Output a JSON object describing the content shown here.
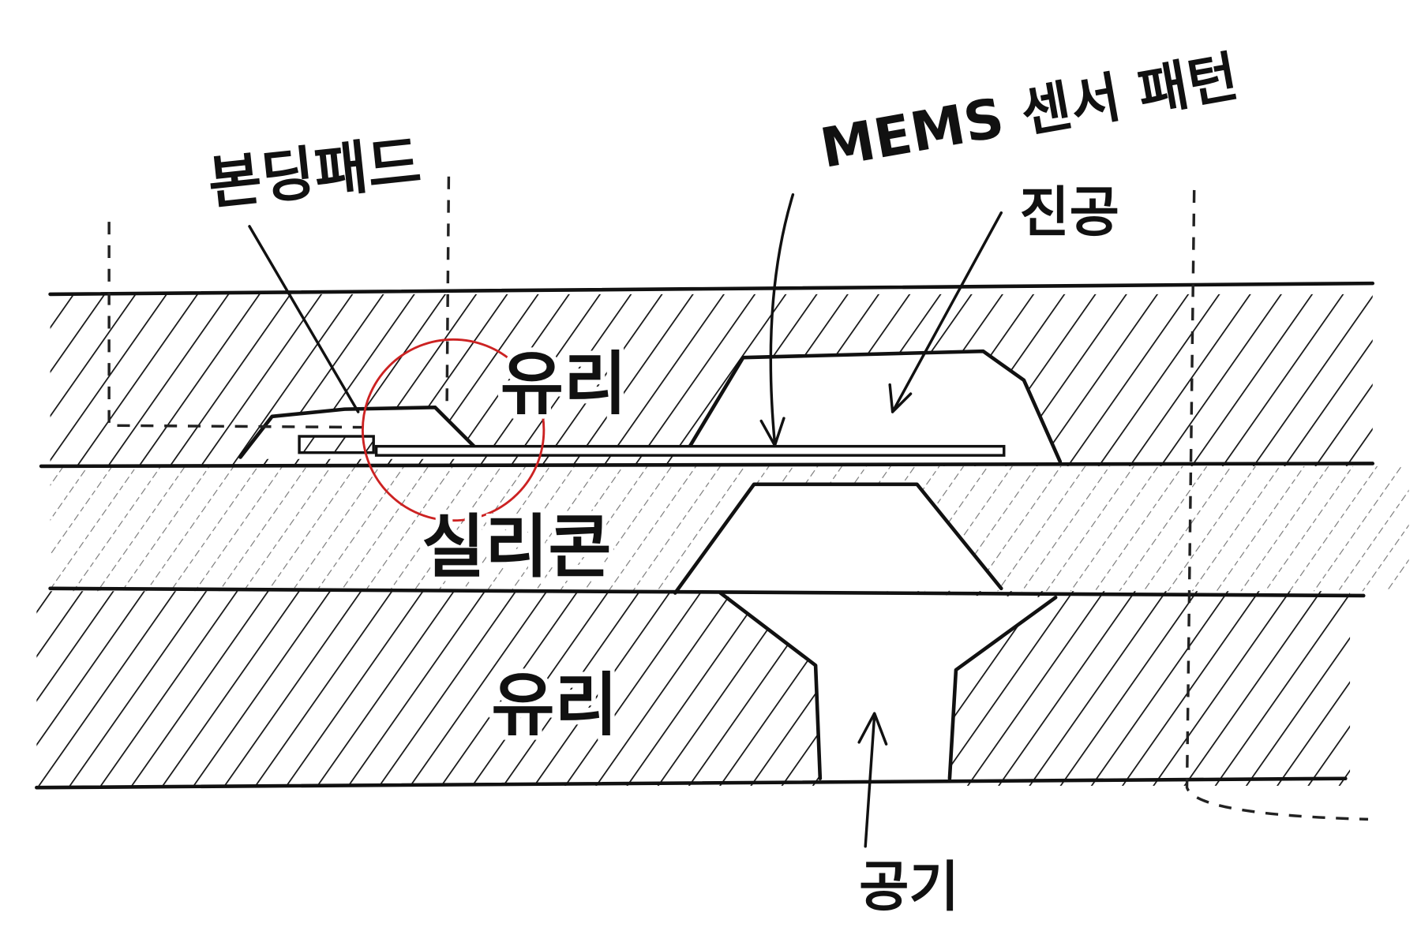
{
  "labels": {
    "bonding_pad": "본딩패드",
    "mems_pattern": "MEMS 센서 패턴",
    "vacuum": "진공",
    "top_glass": "유리",
    "silicon": "실리콘",
    "bottom_glass": "유리",
    "air": "공기"
  },
  "colors": {
    "ink": "#111111",
    "highlight_circle": "#cc2222"
  }
}
